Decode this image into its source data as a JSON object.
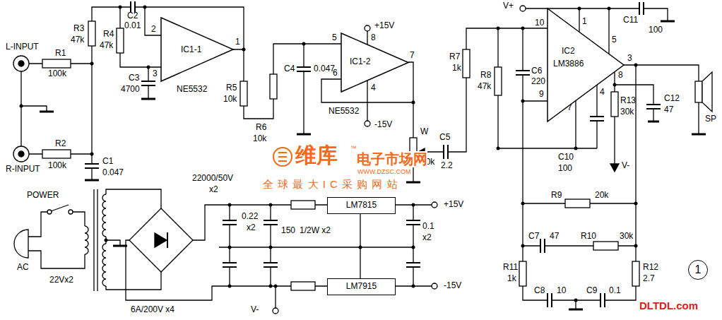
{
  "diagram": {
    "nodes": [
      {
        "text": [
          "IC1-1"
        ]
      },
      {
        "text": [
          "IC1-2"
        ]
      },
      {
        "text": [
          "IC2",
          "LM3886"
        ]
      },
      {
        "text": [
          "LM7815"
        ]
      },
      {
        "text": [
          "LM7915"
        ]
      },
      {
        "text": [
          "1"
        ]
      }
    ],
    "labels": [
      "L-INPUT",
      "R1",
      "100k",
      "R2",
      "100k",
      "R-INPUT",
      "R3",
      "47k",
      "C2",
      "0.01",
      "R4",
      "47k",
      "C3",
      "4700",
      "2",
      "-",
      "3",
      "+",
      "1",
      "NE5532",
      "C1",
      "0.047",
      "R5",
      "10k",
      "R6",
      "10k",
      "C4",
      "0.047",
      "5",
      "+",
      "6",
      "-",
      "8",
      "+15V",
      "4",
      "-15V",
      "7",
      "NE5532",
      "R7",
      "1k",
      "R8",
      "47k",
      "C6",
      "220",
      "W",
      "10k",
      "C5",
      "2.2",
      "10",
      "9",
      "1",
      "5",
      "3",
      "8",
      "7",
      "4",
      "V+",
      "C11",
      "100",
      "R13",
      "30k",
      "C12",
      "47",
      "C10",
      "100",
      "V-",
      "SP",
      "维库",
      "™",
      "电子市场网",
      "WWW.DZSC.COM",
      "全 球 最 大 I C 采 购 网 站",
      "22000/50V",
      "x2",
      "0.22",
      "x2",
      "150",
      "1/2W x2",
      "0.1",
      "x2",
      "+15V",
      "-15V",
      "V-",
      "POWER",
      "AC",
      "22Vx2",
      "6A/200V x4",
      "R9",
      "20k",
      "C7",
      "47",
      "R10",
      "30k",
      "R11",
      "1k",
      "R12",
      "2.7",
      "C8",
      "10",
      "C9",
      "0.1",
      "DLTDL.com"
    ]
  }
}
